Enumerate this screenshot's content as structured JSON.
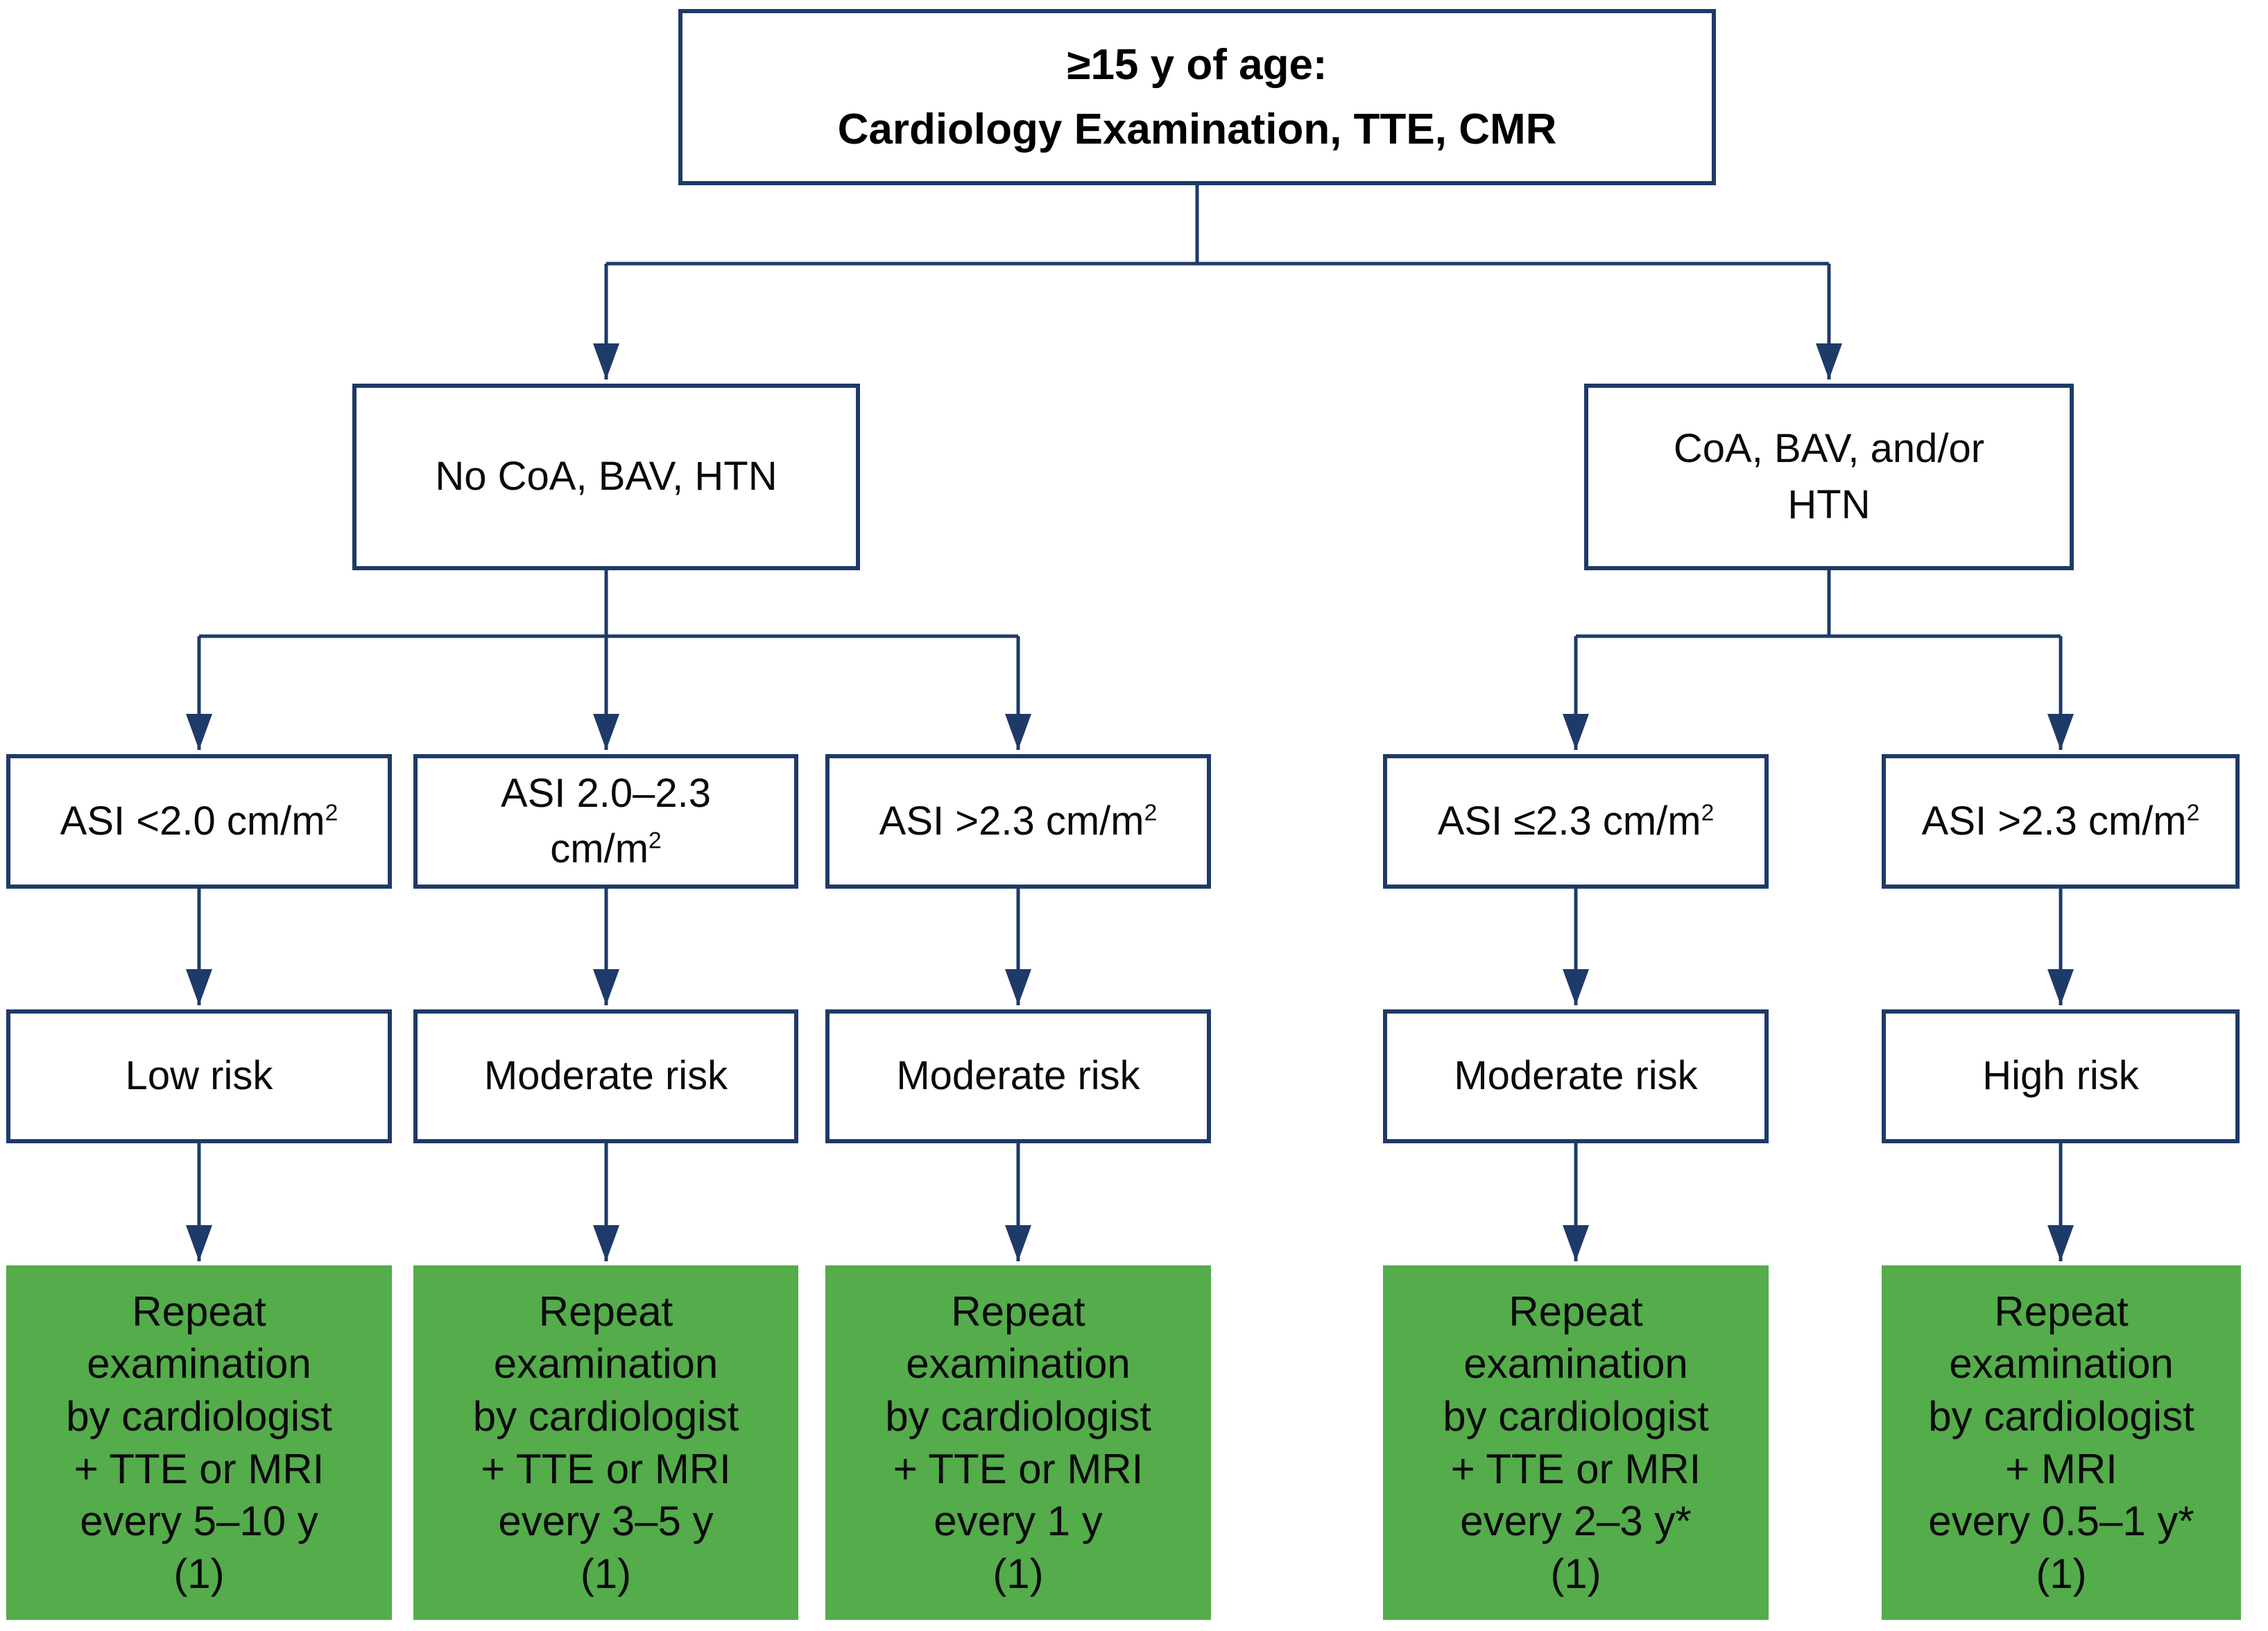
{
  "figure": {
    "kind": "clinical-surveillance-flowchart",
    "background": "#ffffff",
    "colors": {
      "outline_navy": "#1e3a68",
      "outcome_green": "#54ac4b",
      "text": "#000000"
    }
  },
  "nodes": {
    "root": {
      "text": "≥15 y of age:\nCardiology Examination, TTE, CMR"
    },
    "no_coa": {
      "text": "No CoA, BAV, HTN"
    },
    "coa": {
      "text": "CoA, BAV, and/or\nHTN"
    },
    "asi": [
      {
        "text": "ASI <2.0 cm/m",
        "sup": "2"
      },
      {
        "text": "ASI 2.0–2.3\ncm/m",
        "sup": "2"
      },
      {
        "text": "ASI >2.3 cm/m",
        "sup": "2"
      },
      {
        "text": "ASI ≤2.3 cm/m",
        "sup": "2"
      },
      {
        "text": "ASI >2.3 cm/m",
        "sup": "2"
      }
    ],
    "risk": [
      {
        "text": "Low risk"
      },
      {
        "text": "Moderate risk"
      },
      {
        "text": "Moderate risk"
      },
      {
        "text": "Moderate risk"
      },
      {
        "text": "High risk"
      }
    ],
    "outcomes": [
      {
        "text": "Repeat\nexamination\nby cardiologist\n+ TTE or MRI\nevery 5–10 y\n(1)"
      },
      {
        "text": "Repeat\nexamination\nby cardiologist\n+ TTE or MRI\nevery 3–5 y\n(1)"
      },
      {
        "text": "Repeat\nexamination\nby cardiologist\n+ TTE or MRI\nevery 1 y\n(1)"
      },
      {
        "text": "Repeat\nexamination\nby cardiologist\n+ TTE or MRI\nevery 2–3 y*\n(1)"
      },
      {
        "text": "Repeat\nexamination\nby cardiologist\n+ MRI\nevery 0.5–1 y*\n(1)"
      }
    ]
  }
}
